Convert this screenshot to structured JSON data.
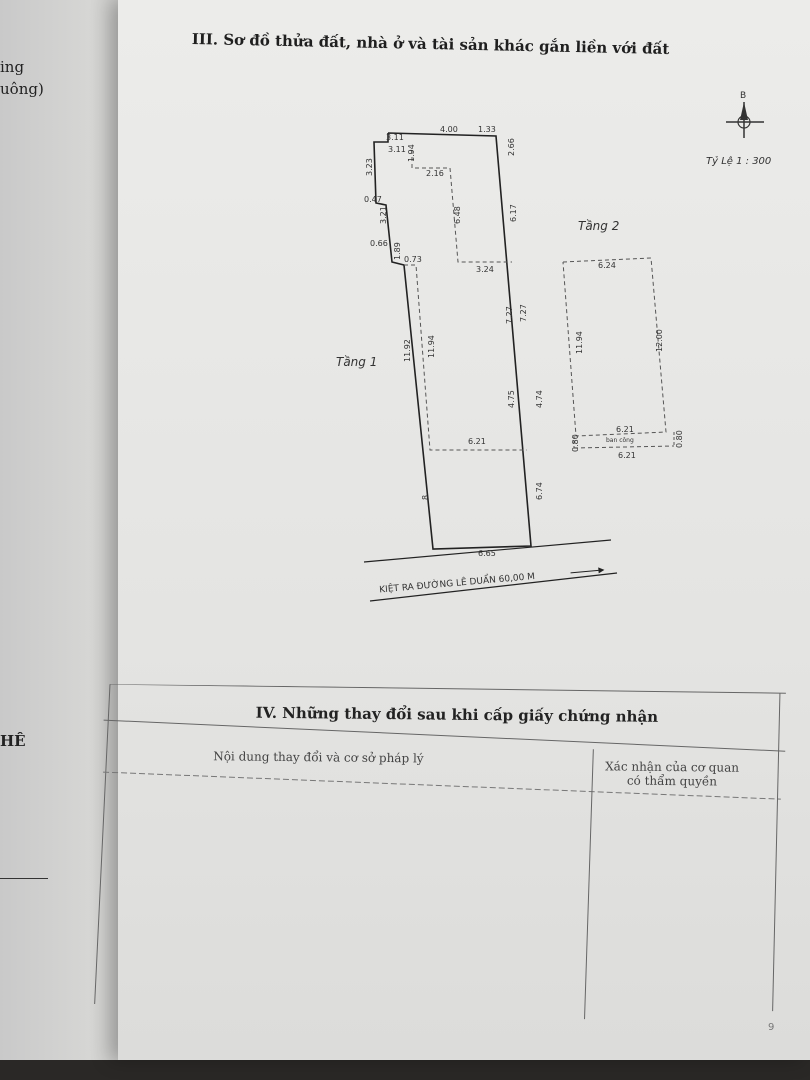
{
  "left_page": {
    "frag1": "ing",
    "frag2": "uông)",
    "frag3": "HÊ"
  },
  "section3": {
    "title": "III. Sơ đồ thửa đất, nhà ở và tài sản khác gắn liền với đất"
  },
  "compass": {
    "north": "B"
  },
  "scale": "Tỷ Lệ 1 : 300",
  "floor1_label": "Tầng 1",
  "floor2_label": "Tầng 2",
  "dimensions": {
    "top_a": "3.11",
    "top_b": "3.11",
    "top_c": "4.00",
    "top_d": "1.33",
    "d_1_94": "1.94",
    "d_2_66": "2.66",
    "d_3_23": "3.23",
    "d_2_16": "2.16",
    "d_0_47": "0.47",
    "d_3_21": "3.21",
    "d_6_48": "6.48",
    "d_6_17": "6.17",
    "d_0_66": "0.66",
    "d_1_89": "1.89",
    "d_0_73": "0.73",
    "d_3_24": "3.24",
    "d_7_27a": "7.27",
    "d_7_27b": "7.27",
    "d_11_92": "11.92",
    "d_11_94": "11.94",
    "d_4_75": "4.75",
    "d_4_74": "4.74",
    "d_6_21": "6.21",
    "d_8": "8",
    "d_6_74": "6.74",
    "d_6_65": "6.65",
    "f2_top": "6.24",
    "f2_left": "11.94",
    "f2_right": "12.00",
    "f2_bottom_a": "6.21",
    "f2_bottom_b": "6.21",
    "f2_canopy": "ban công",
    "f2_side_l": "0.80",
    "f2_side_r": "0.80"
  },
  "road_label": "KIỆT RA ĐƯỜNG LÊ DUẨN 60,00 M",
  "section4": {
    "title": "IV. Những thay đổi sau khi cấp giấy chứng nhận",
    "col1": "Nội dung thay đổi và cơ sở pháp lý",
    "col2_line1": "Xác nhận của cơ quan",
    "col2_line2": "có thẩm quyền"
  },
  "page_number": "9"
}
